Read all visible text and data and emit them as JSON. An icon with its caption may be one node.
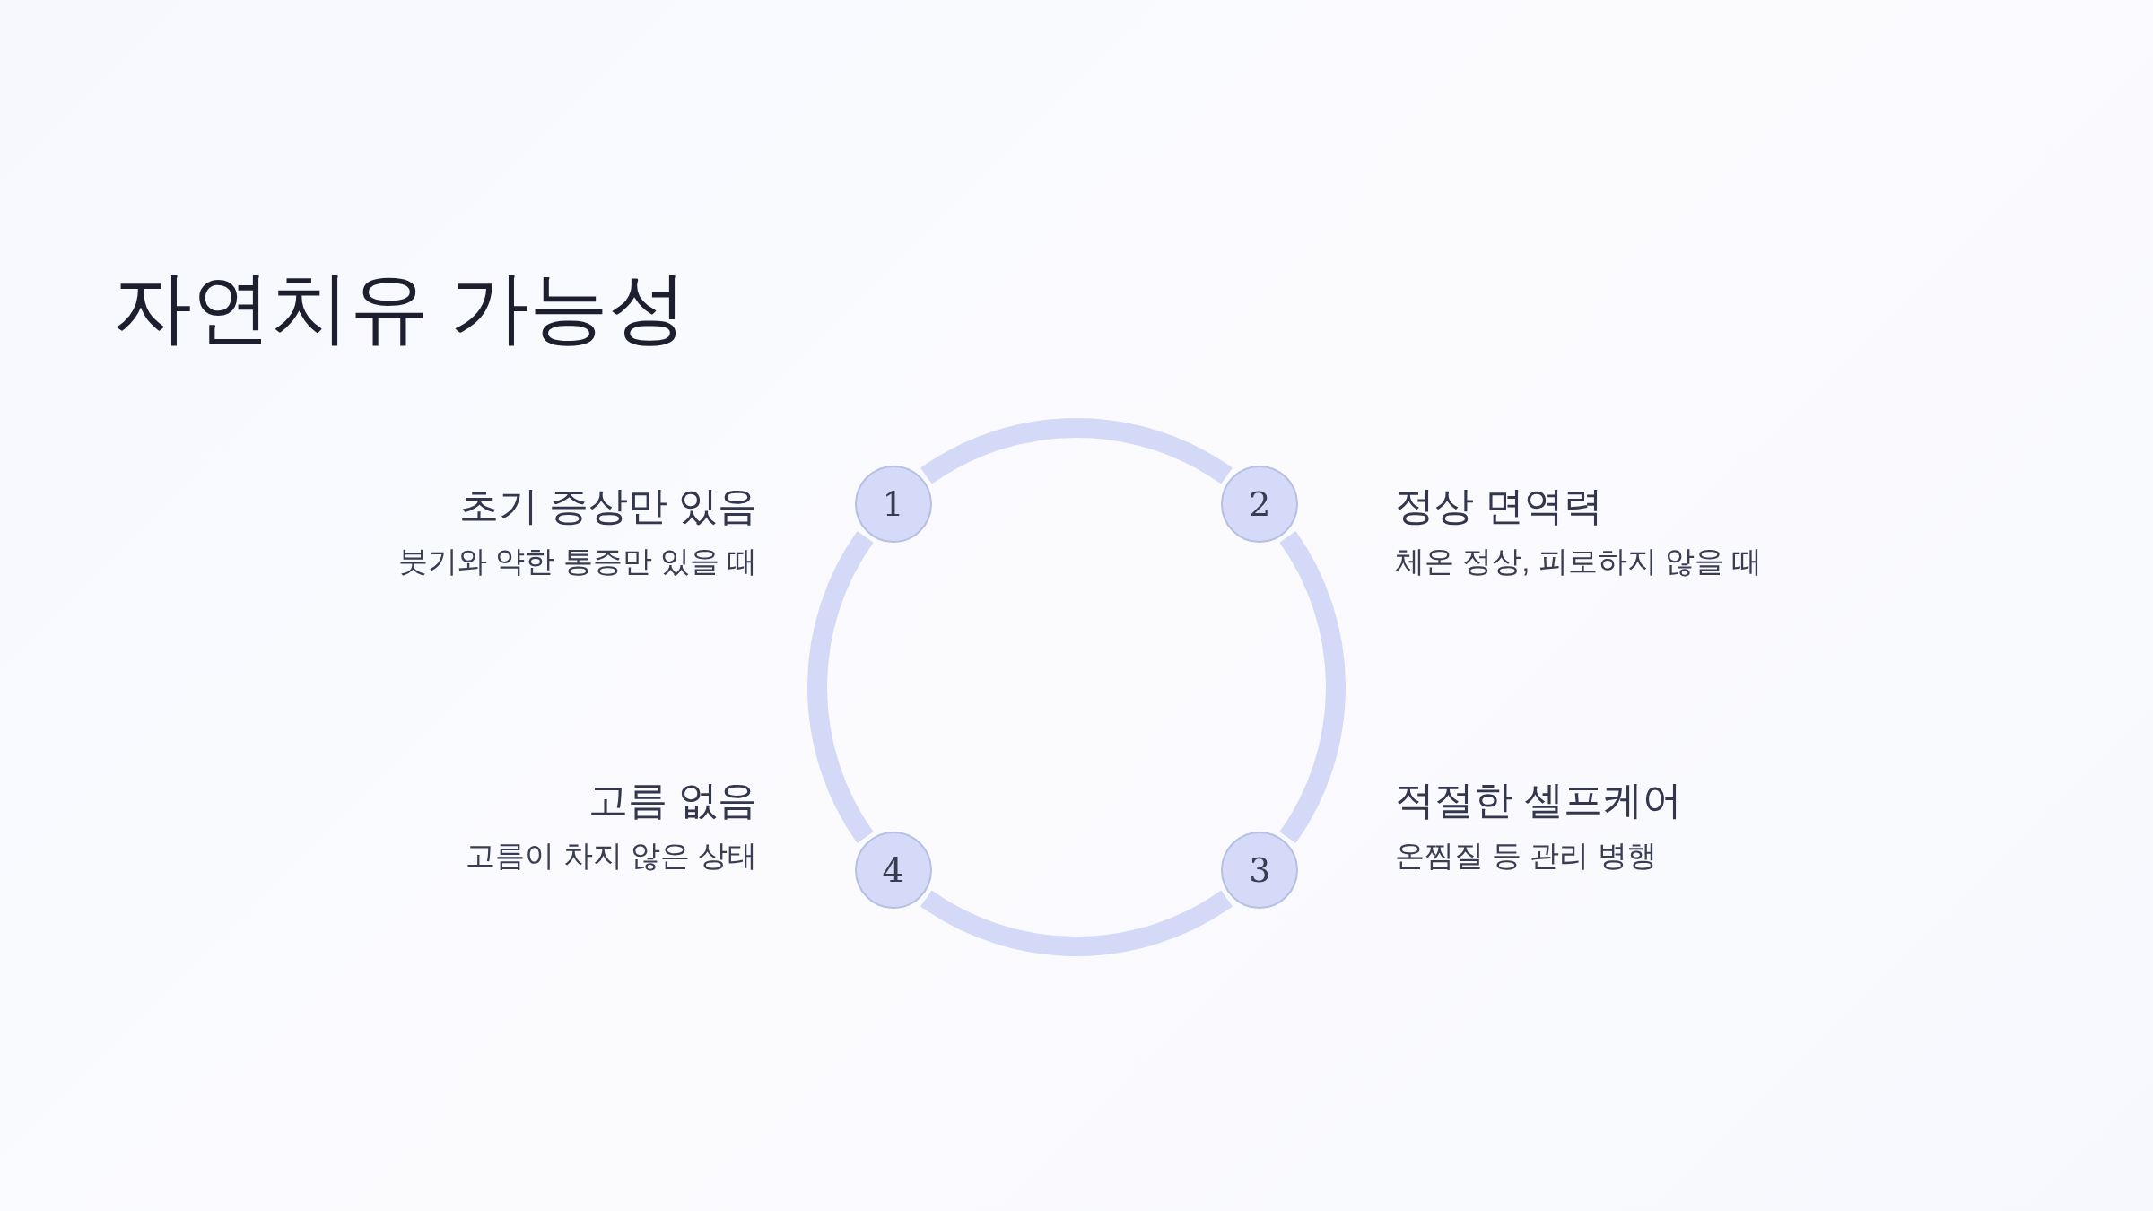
{
  "diagram": {
    "title": "자연치유 가능성",
    "nodes": [
      {
        "text": [
          "1"
        ],
        "beside": [
          "초기 증상만 있음",
          "붓기와 약한 통증만 있을 때"
        ]
      },
      {
        "text": [
          "2"
        ],
        "beside": [
          "정상 면역력",
          "체온 정상, 피로하지 않을 때"
        ]
      },
      {
        "text": [
          "3"
        ],
        "beside": [
          "적절한 셀프케어",
          "온찜질 등 관리 병행"
        ]
      },
      {
        "text": [
          "4"
        ],
        "beside": [
          "고름 없음",
          "고름이 차지 않은 상태"
        ]
      }
    ],
    "edges": [
      {
        "from": 0,
        "to": 1,
        "arrow": "none"
      },
      {
        "from": 1,
        "to": 2,
        "arrow": "none"
      },
      {
        "from": 2,
        "to": 3,
        "arrow": "none"
      },
      {
        "from": 3,
        "to": 0,
        "arrow": "none"
      }
    ]
  }
}
